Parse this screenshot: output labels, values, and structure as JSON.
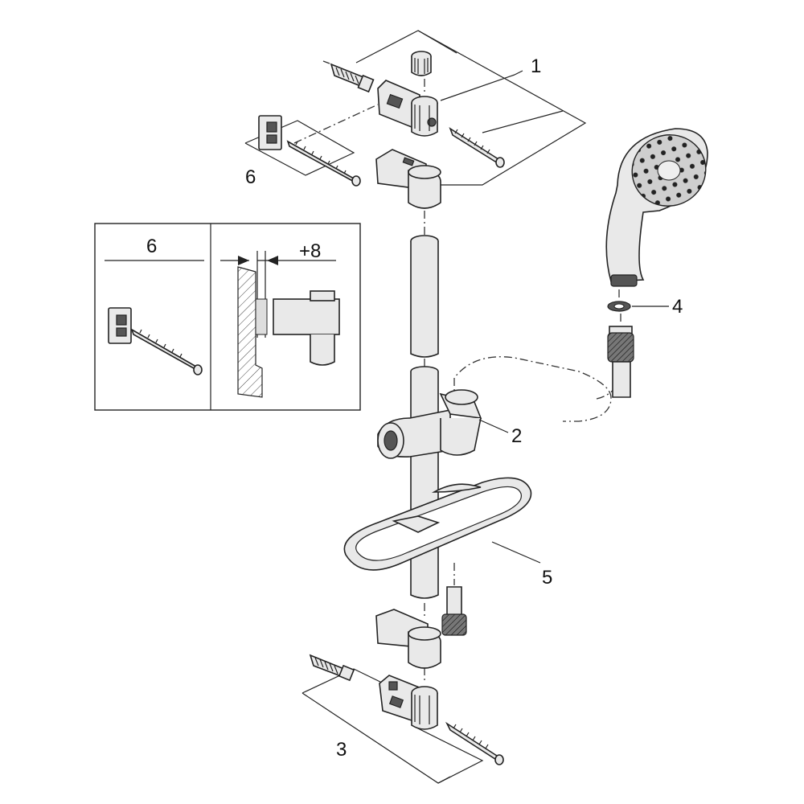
{
  "callouts": {
    "c1": "1",
    "c2": "2",
    "c3": "3",
    "c4": "4",
    "c5": "5",
    "c6": "6"
  },
  "inset": {
    "left_label": "6",
    "right_label": "+8"
  },
  "colors": {
    "line": "#222222",
    "fill_light": "#e9e9e9",
    "fill_dark": "#555555",
    "background": "#ffffff"
  }
}
